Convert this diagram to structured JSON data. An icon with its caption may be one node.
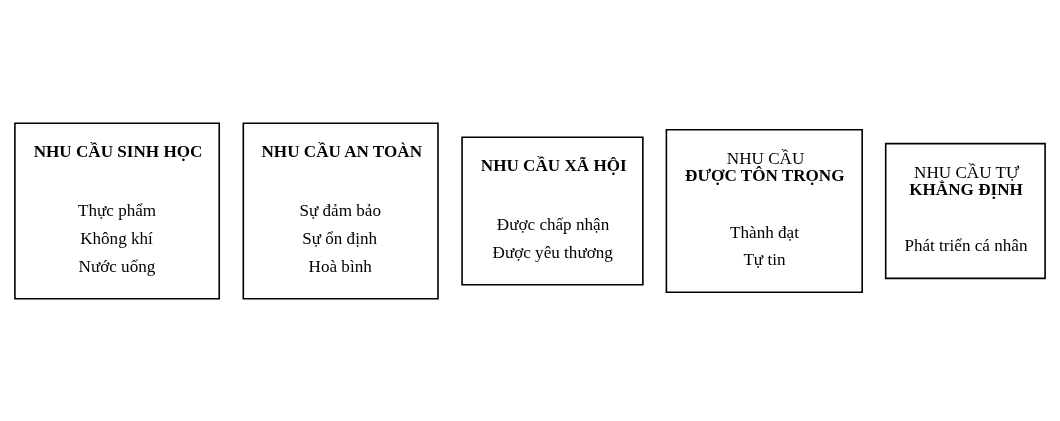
{
  "diagram": {
    "nodes": [
      {
        "text": [
          "NHU CẦU SINH HỌC",
          "Thực phẩm",
          "Không khí",
          "Nước uống"
        ]
      },
      {
        "text": [
          "NHU CẦU AN TOÀN",
          "Sự đảm bảo",
          "Sự ổn định",
          "Hoà bình"
        ]
      },
      {
        "text": [
          "NHU CẦU XÃ HỘI",
          "Được chấp nhận",
          "Được yêu thương"
        ]
      },
      {
        "text": [
          "NHU CẦU **ĐƯỢC TÔN TRỌNG**",
          "Thành đạt",
          "Tự tin"
        ]
      },
      {
        "text": [
          "NHU CẦU TỰ **KHẲNG ĐỊNH**",
          "Phát triển cá nhân"
        ]
      }
    ]
  }
}
